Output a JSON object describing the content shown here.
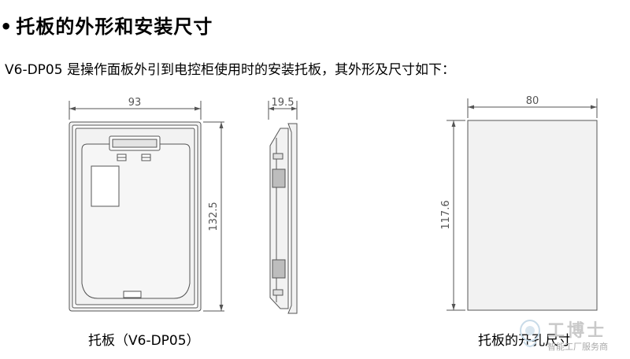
{
  "heading": {
    "bullet": "•",
    "text": "托板的外形和安装尺寸"
  },
  "intro": "V6-DP05 是操作面板外引到电控柜使用时的安装托板，其外形及尺寸如下：",
  "dimensions": {
    "tray_width": "93",
    "tray_height": "132.5",
    "tray_depth": "19.5",
    "cutout_width": "80",
    "cutout_height": "117.6"
  },
  "captions": {
    "tray": "托板（V6-DP05）",
    "cutout": "托板的开孔尺寸"
  },
  "watermark": {
    "title": "工博士",
    "subtitle": "智能工厂服务商"
  },
  "colors": {
    "line": "#555555",
    "fill": "#f2f2f2"
  }
}
